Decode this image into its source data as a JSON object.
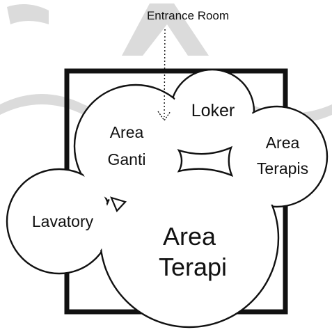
{
  "labels": {
    "entrance": "Entrance Room",
    "loker": "Loker",
    "area_ganti_line1": "Area",
    "area_ganti_line2": "Ganti",
    "area_terapis_line1": "Area",
    "area_terapis_line2": "Terapis",
    "lavatory": "Lavatory",
    "area_terapi_line1": "Area",
    "area_terapi_line2": "Terapi"
  },
  "colors": {
    "ink": "#111111",
    "background": "#ffffff",
    "watermark": "#bdbdbd"
  }
}
